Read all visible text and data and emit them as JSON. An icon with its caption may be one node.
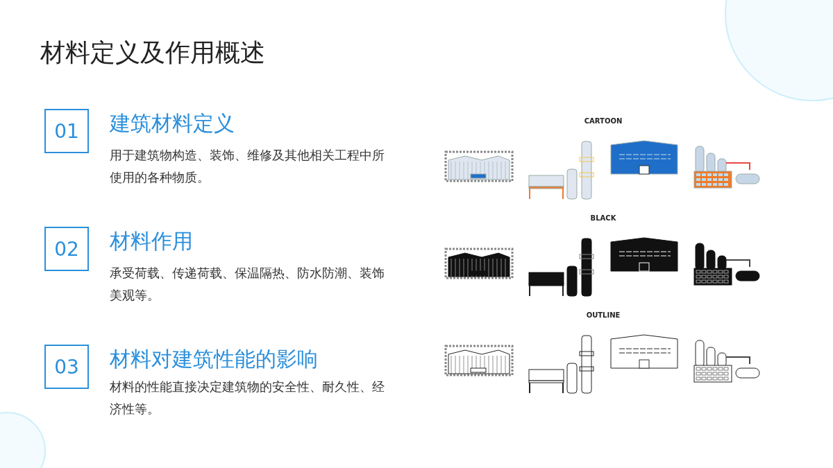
{
  "diagram": {
    "title": "材料定义及作用概述",
    "nodes": [
      {
        "text": [
          "01"
        ]
      },
      {
        "text": [
          "02"
        ]
      },
      {
        "text": [
          "03"
        ]
      }
    ],
    "labels": [
      "建筑材料定义",
      "用于建筑物构造、装饰、维修及其他相关工程中所使用的各种物质。",
      "材料作用",
      "承受荷载、传递荷载、保温隔热、防水防潮、装饰美观等。",
      "材料对建筑性能的影响",
      "材料的性能直接决定建筑物的安全性、耐久性、经济性等。",
      "CARTOON",
      "BLACK",
      "OUTLINE"
    ]
  }
}
